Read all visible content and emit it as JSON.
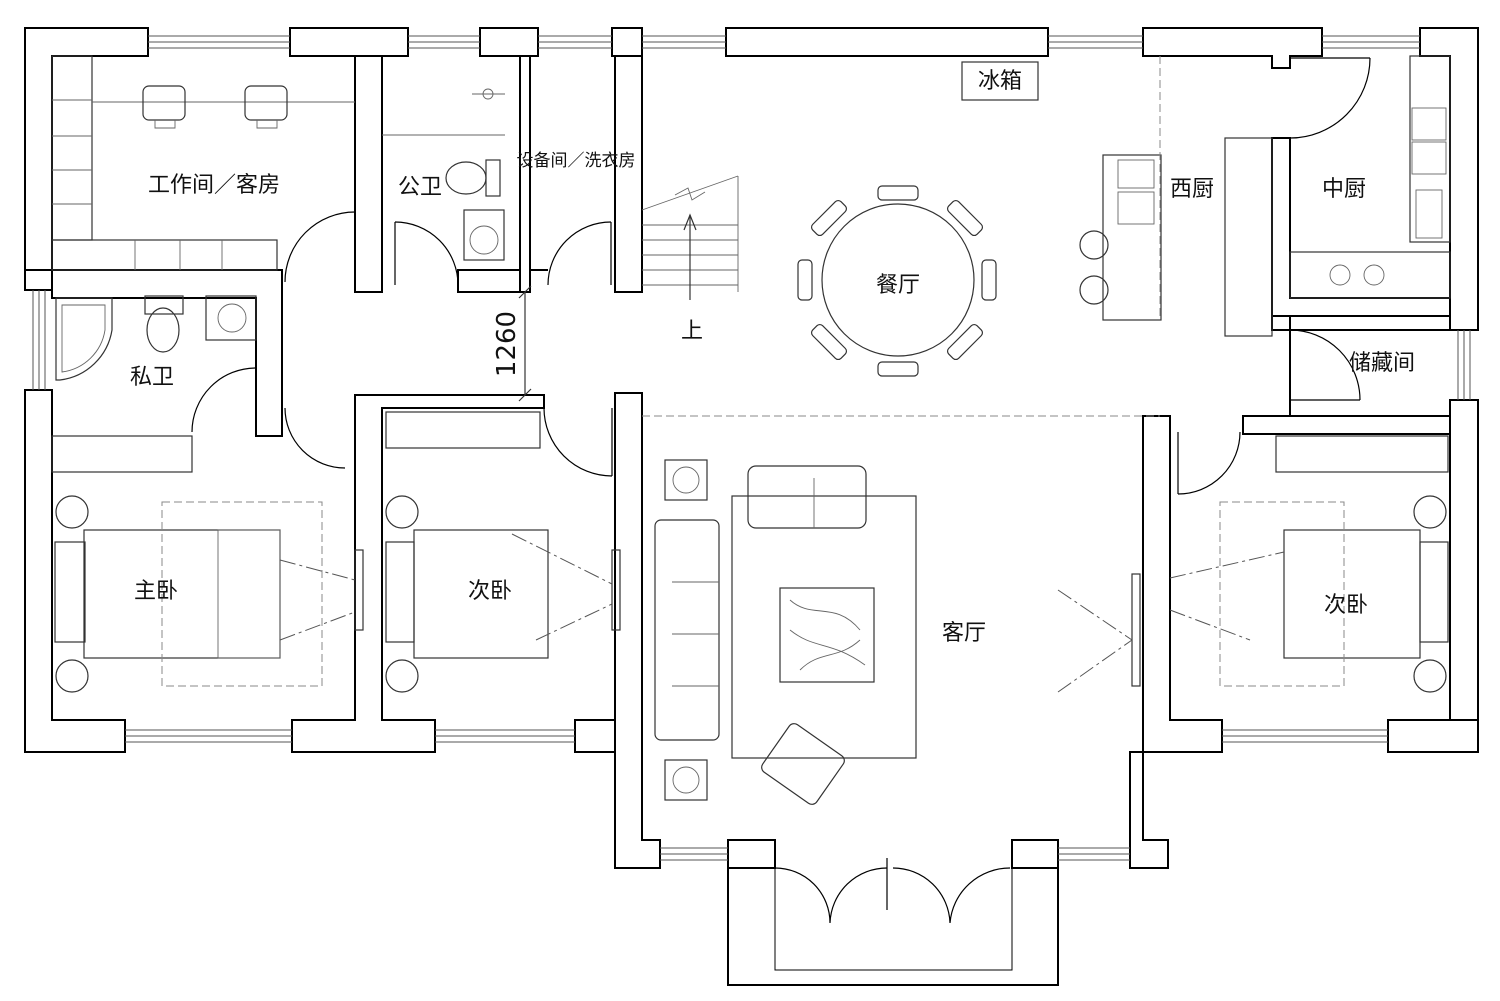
{
  "rooms": {
    "study": "工作间／客房",
    "public_bath": "公卫",
    "laundry": "设备间／洗衣房",
    "fridge": "冰箱",
    "dining": "餐厅",
    "western_kitchen": "西厨",
    "chinese_kitchen": "中厨",
    "storage": "储藏间",
    "private_bath": "私卫",
    "master_bedroom": "主卧",
    "second_bedroom_left": "次卧",
    "living_room": "客厅",
    "second_bedroom_right": "次卧",
    "stair_up": "上"
  },
  "dimension": {
    "corridor_width": "1260"
  }
}
